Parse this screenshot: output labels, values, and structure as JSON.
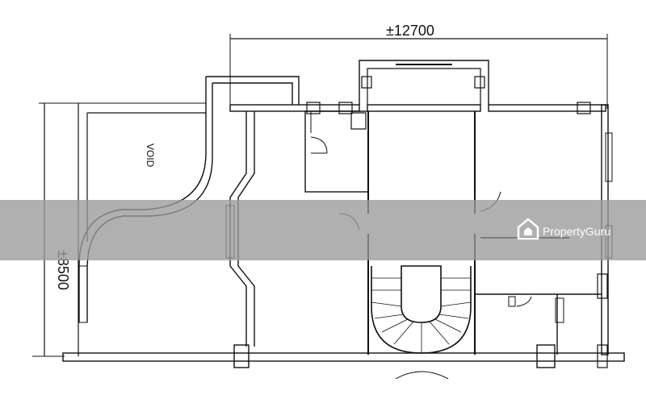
{
  "plan": {
    "dimension_width": "±12700",
    "dimension_height": "±8500",
    "void_label": "VOID"
  },
  "watermark": {
    "text": "PropertyGuru",
    "band_color": "#9a9a9a",
    "icon": "propertyguru-logo-icon"
  }
}
